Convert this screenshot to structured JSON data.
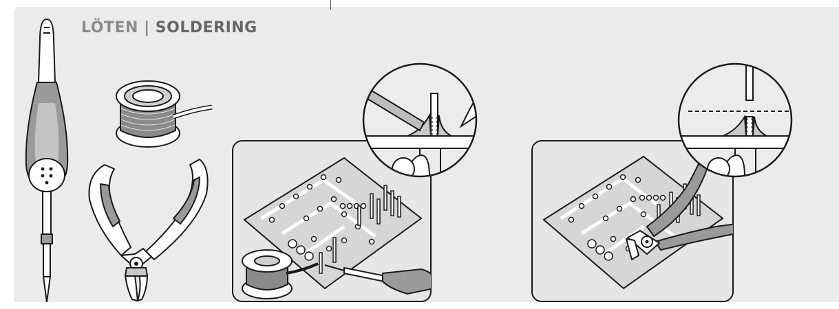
{
  "header": {
    "title_de": "LÖTEN",
    "separator": "|",
    "title_en": "SOLDERING"
  },
  "illustrations": {
    "tools": [
      "soldering-iron",
      "solder-wire-spool",
      "side-cutting-pliers"
    ],
    "steps": [
      "solder-joint-on-pcb",
      "trim-lead-with-pliers"
    ]
  },
  "colors": {
    "background": "#ebebeb",
    "line": "#1a1a1a",
    "tool_grey": "#9a9a9a",
    "pcb": "#d9d9d9",
    "title_grey": "#8a8a8a"
  }
}
